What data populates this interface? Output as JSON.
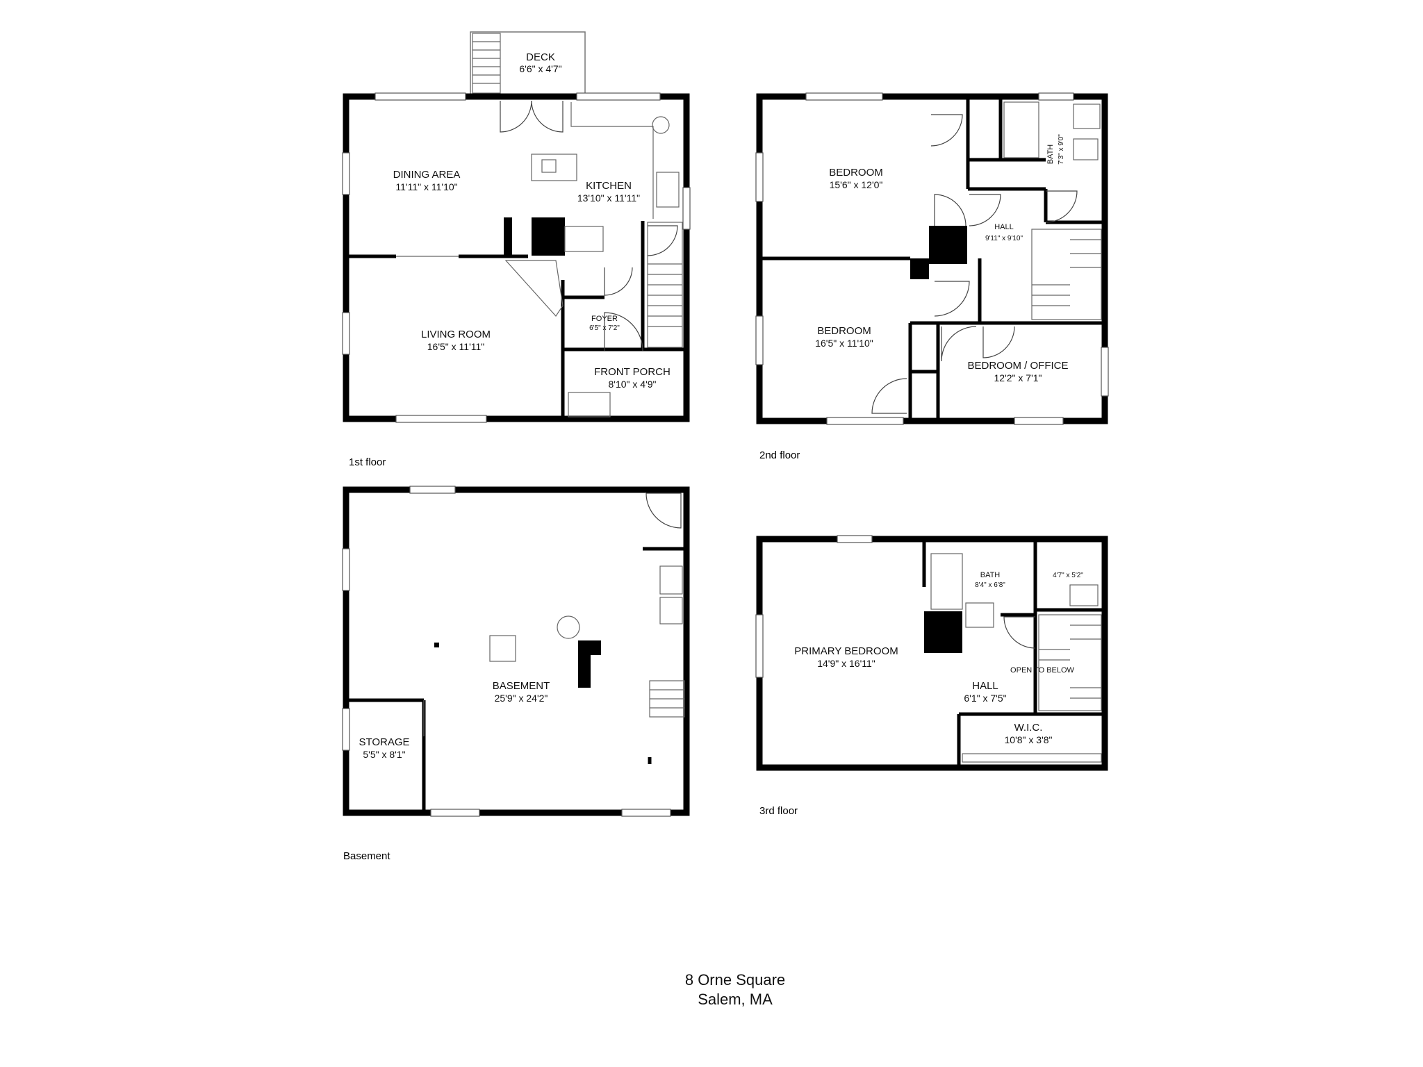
{
  "floors": {
    "first": {
      "label": "1st floor",
      "rooms": {
        "deck": {
          "name": "DECK",
          "dim": "6'6\" x 4'7\""
        },
        "dining": {
          "name": "DINING AREA",
          "dim": "11'11\" x 11'10\""
        },
        "kitchen": {
          "name": "KITCHEN",
          "dim": "13'10\" x 11'11\""
        },
        "living": {
          "name": "LIVING ROOM",
          "dim": "16'5\" x 11'11\""
        },
        "foyer": {
          "name": "FOYER",
          "dim": "6'5\" x 7'2\""
        },
        "porch": {
          "name": "FRONT PORCH",
          "dim": "8'10\" x 4'9\""
        }
      }
    },
    "second": {
      "label": "2nd floor",
      "rooms": {
        "bedroom1": {
          "name": "BEDROOM",
          "dim": "15'6\" x 12'0\""
        },
        "bath": {
          "name": "BATH",
          "dim": "7'3\" x 9'0\""
        },
        "hall": {
          "name": "HALL",
          "dim": "9'11\" x 9'10\""
        },
        "bedroom2": {
          "name": "BEDROOM",
          "dim": "16'5\" x 11'10\""
        },
        "office": {
          "name": "BEDROOM / OFFICE",
          "dim": "12'2\" x 7'1\""
        }
      }
    },
    "basement": {
      "label": "Basement",
      "rooms": {
        "basement": {
          "name": "BASEMENT",
          "dim": "25'9\" x 24'2\""
        },
        "storage": {
          "name": "STORAGE",
          "dim": "5'5\" x 8'1\""
        }
      }
    },
    "third": {
      "label": "3rd floor",
      "rooms": {
        "primary": {
          "name": "PRIMARY BEDROOM",
          "dim": "14'9\" x 16'11\""
        },
        "bath": {
          "name": "BATH",
          "dim": "8'4\" x 6'8\""
        },
        "closet": {
          "dim": "4'7\" x 5'2\""
        },
        "open_below": {
          "name": "OPEN TO BELOW"
        },
        "hall": {
          "name": "HALL",
          "dim": "6'1\" x 7'5\""
        },
        "wic": {
          "name": "W.I.C.",
          "dim": "10'8\" x 3'8\""
        }
      }
    }
  },
  "address": {
    "line1": "8 Orne Square",
    "line2": "Salem, MA"
  }
}
